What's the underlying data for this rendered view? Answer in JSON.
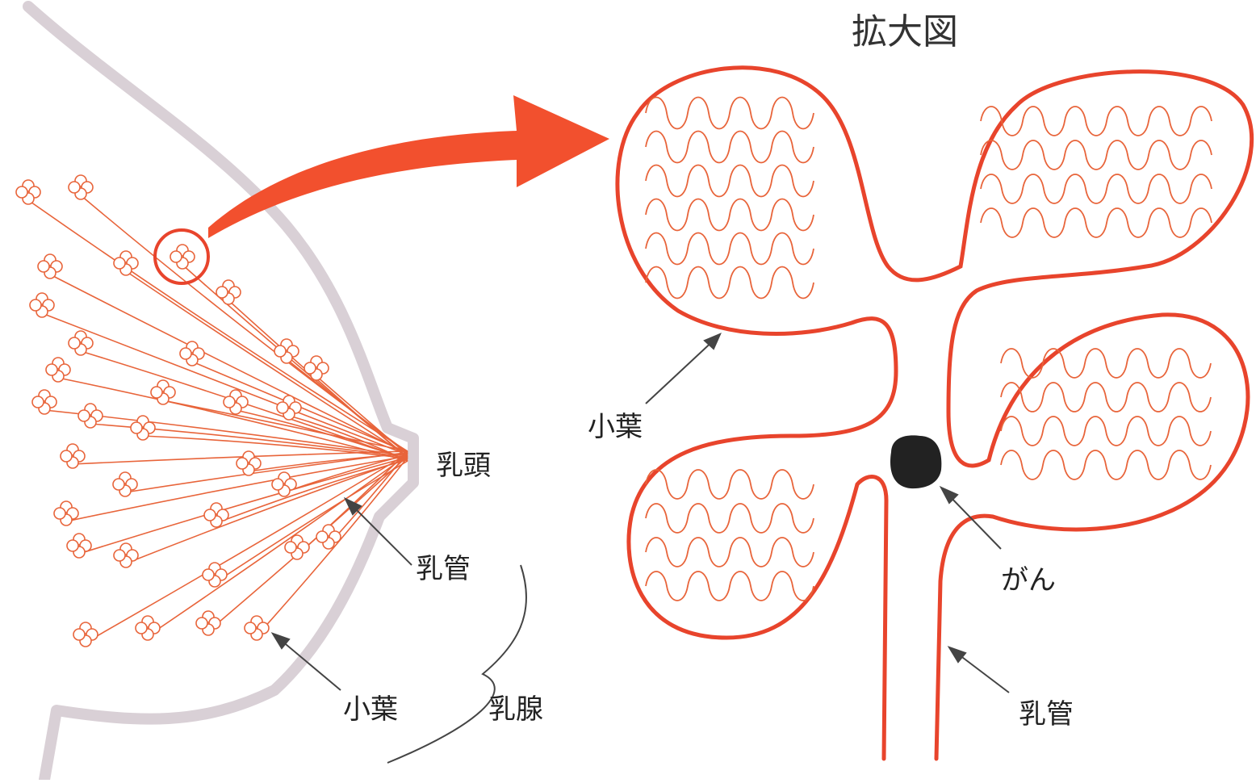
{
  "labels": {
    "title": "拡大図",
    "nipple": "乳頭",
    "duct_left": "乳管",
    "lobule_left": "小葉",
    "mammary_gland": "乳腺",
    "lobule_right": "小葉",
    "cancer": "がん",
    "duct_right": "乳管"
  },
  "colors": {
    "outline": "#d9d0d6",
    "duct": "#e8643a",
    "lobule_outline": "#e8442c",
    "cancer": "#222222",
    "arrow": "#f2502e",
    "pointer": "#444444"
  }
}
